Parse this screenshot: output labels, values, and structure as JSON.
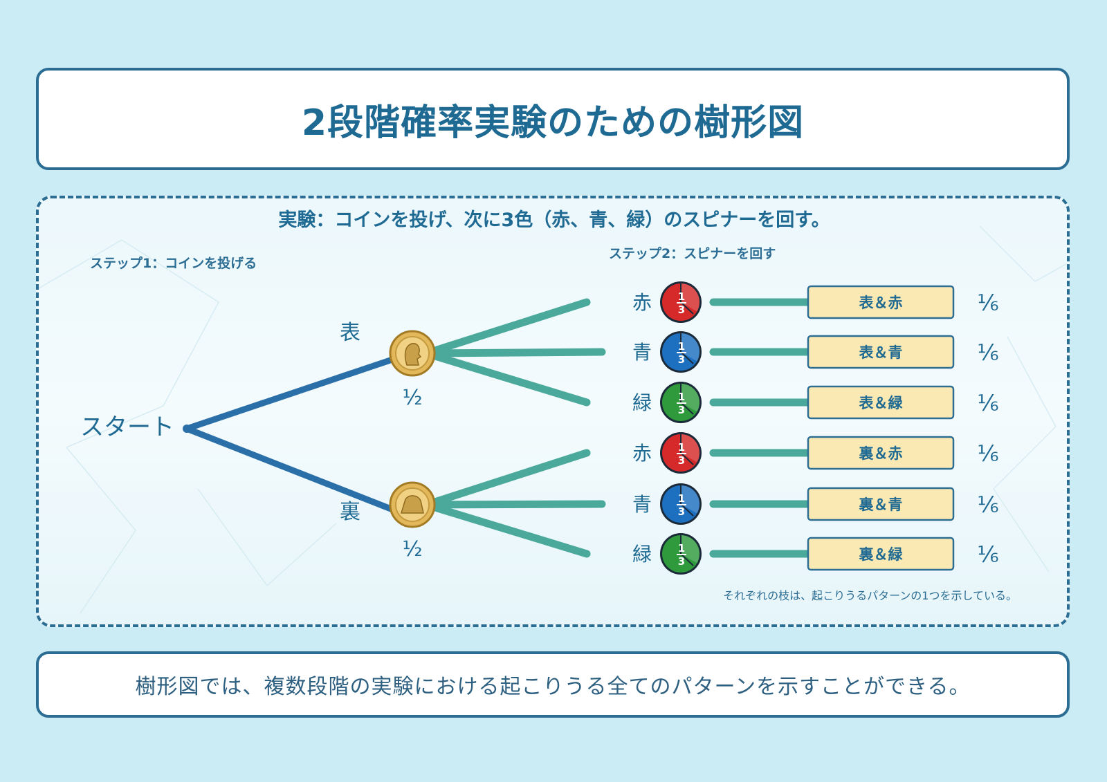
{
  "title": "2段階確率実験のための樹形図",
  "experiment": "実験：コインを投げ、次に3色（赤、青、緑）のスピナーを回す。",
  "step1_label": "ステップ1：コインを投げる",
  "step2_label": "ステップ2：スピナーを回す",
  "start_label": "スタート",
  "coin_branches": [
    {
      "label": "表",
      "probability": "½",
      "icon": "coin-head-profile-icon"
    },
    {
      "label": "裏",
      "probability": "½",
      "icon": "coin-tail-icon"
    }
  ],
  "spinner_fraction": {
    "numerator": "1",
    "denominator": "3"
  },
  "outcomes": [
    {
      "color_label": "赤",
      "color": "#d62a2a",
      "result": "表＆赤",
      "probability": "⅙"
    },
    {
      "color_label": "青",
      "color": "#1d6fc0",
      "result": "表＆青",
      "probability": "⅙"
    },
    {
      "color_label": "緑",
      "color": "#2e9a3c",
      "result": "表＆緑",
      "probability": "⅙"
    },
    {
      "color_label": "赤",
      "color": "#d62a2a",
      "result": "裏＆赤",
      "probability": "⅙"
    },
    {
      "color_label": "青",
      "color": "#1d6fc0",
      "result": "裏＆青",
      "probability": "⅙"
    },
    {
      "color_label": "緑",
      "color": "#2e9a3c",
      "result": "裏＆緑",
      "probability": "⅙"
    }
  ],
  "footnote": "それぞれの枝は、起こりうるパターンの1つを示している。",
  "summary": "樹形図では、複数段階の実験における起こりうる全てのパターンを示すことができる。",
  "colors": {
    "border": "#2c6d94",
    "title": "#1f6a93",
    "stage1_branch": "#2a6fa8",
    "stage2_branch": "#4aa99a",
    "outcome_box": "#fbe9b3"
  }
}
